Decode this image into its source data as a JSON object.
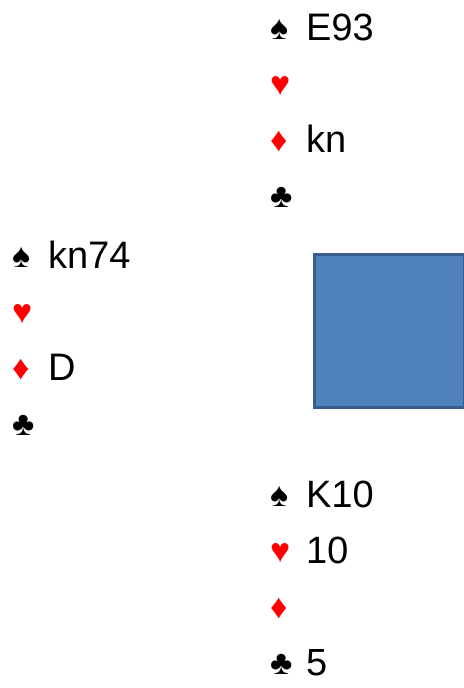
{
  "colors": {
    "black_suit": "#000000",
    "red_suit": "#ff0000",
    "table_fill": "#4f81bd",
    "table_border": "#385d8a"
  },
  "north": {
    "spades": {
      "symbol": "♠",
      "cards": "E93"
    },
    "hearts": {
      "symbol": "♥",
      "cards": ""
    },
    "diamonds": {
      "symbol": "♦",
      "cards": "kn"
    },
    "clubs": {
      "symbol": "♣",
      "cards": ""
    }
  },
  "west": {
    "spades": {
      "symbol": "♠",
      "cards": "kn74"
    },
    "hearts": {
      "symbol": "♥",
      "cards": ""
    },
    "diamonds": {
      "symbol": "♦",
      "cards": "D"
    },
    "clubs": {
      "symbol": "♣",
      "cards": ""
    }
  },
  "south": {
    "spades": {
      "symbol": "♠",
      "cards": "K10"
    },
    "hearts": {
      "symbol": "♥",
      "cards": "10"
    },
    "diamonds": {
      "symbol": "♦",
      "cards": ""
    },
    "clubs": {
      "symbol": "♣",
      "cards": "5"
    }
  }
}
